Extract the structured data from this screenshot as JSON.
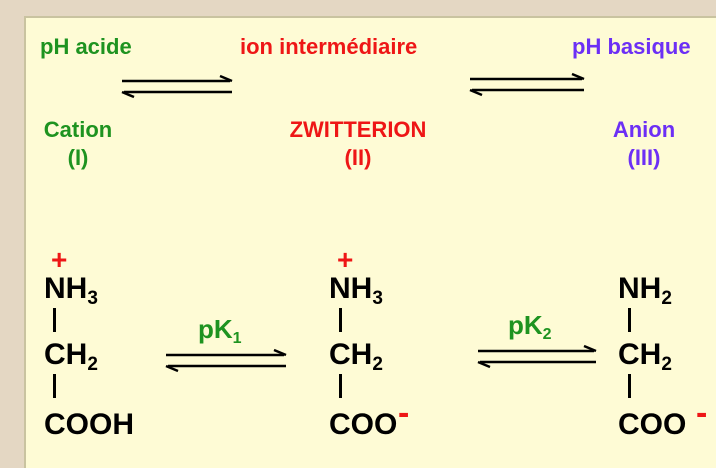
{
  "header": {
    "left_label": "pH acide",
    "middle_label": "ion intermédiaire",
    "right_label": "pH basique"
  },
  "species": [
    {
      "name": "Cation",
      "roman": "(I)",
      "color": "#1e9320",
      "charge": "+",
      "row1": "NH",
      "row1_sub": "3",
      "row2": "CH",
      "row2_sub": "2",
      "row3": "COOH",
      "row3_charge": ""
    },
    {
      "name": "ZWITTERION",
      "roman": "(II)",
      "color": "#ee1616",
      "charge": "+",
      "row1": "NH",
      "row1_sub": "3",
      "row2": "CH",
      "row2_sub": "2",
      "row3": "COO",
      "row3_charge": "-"
    },
    {
      "name": "Anion",
      "roman": "(III)",
      "color": "#6c2ff5",
      "charge": "",
      "row1": "NH",
      "row1_sub": "2",
      "row2": "CH",
      "row2_sub": "2",
      "row3": "COO",
      "row3_charge": "-"
    }
  ],
  "equilibria": [
    {
      "label": "pK",
      "sub": "1",
      "color": "#1e9320"
    },
    {
      "label": "pK",
      "sub": "2",
      "color": "#1e9320"
    }
  ],
  "colors": {
    "background": "#e4d7c3",
    "panel": "#fefbd5",
    "acid": "#1e9320",
    "intermediate": "#ee1616",
    "base": "#6c2ff5",
    "bond": "#000000"
  }
}
